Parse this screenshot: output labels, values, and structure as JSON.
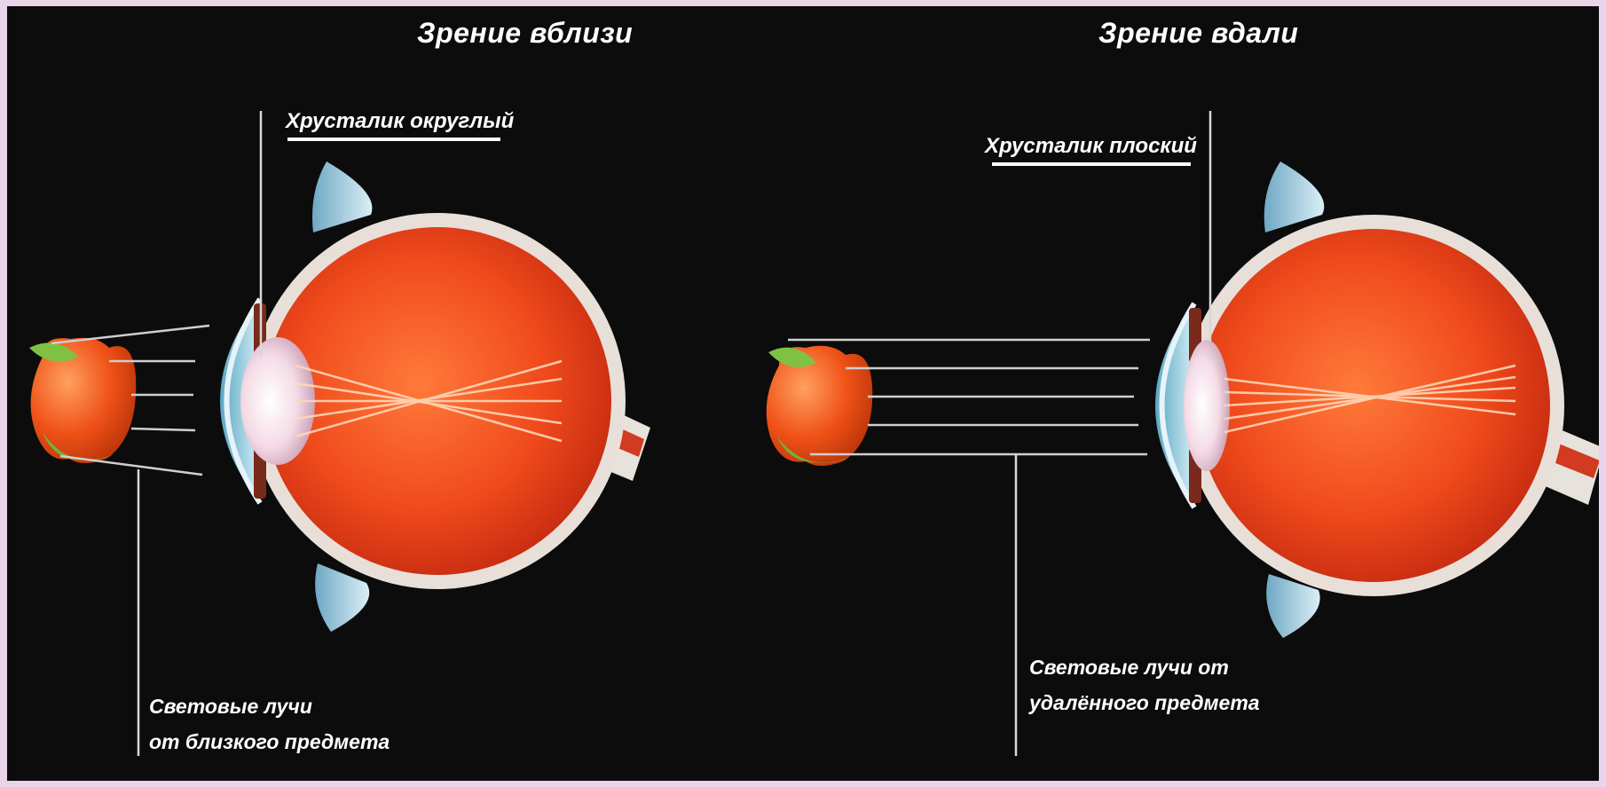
{
  "title_near": "Зрение вблизи",
  "title_far": "Зрение вдали",
  "lens_near": "Хрусталик округлый",
  "lens_far": "Хрусталик плоский",
  "rays_near": [
    "Световые лучи",
    "от близкого предмета"
  ],
  "rays_far": [
    "Световые лучи  от",
    "удалённого предмета"
  ],
  "colors": {
    "background": "#0c0c0c",
    "frame": "#e9d4ea",
    "eye_red": "#e8401a",
    "apple": "#f05a1a",
    "leaf": "#7fc242",
    "text": "#ffffff"
  }
}
